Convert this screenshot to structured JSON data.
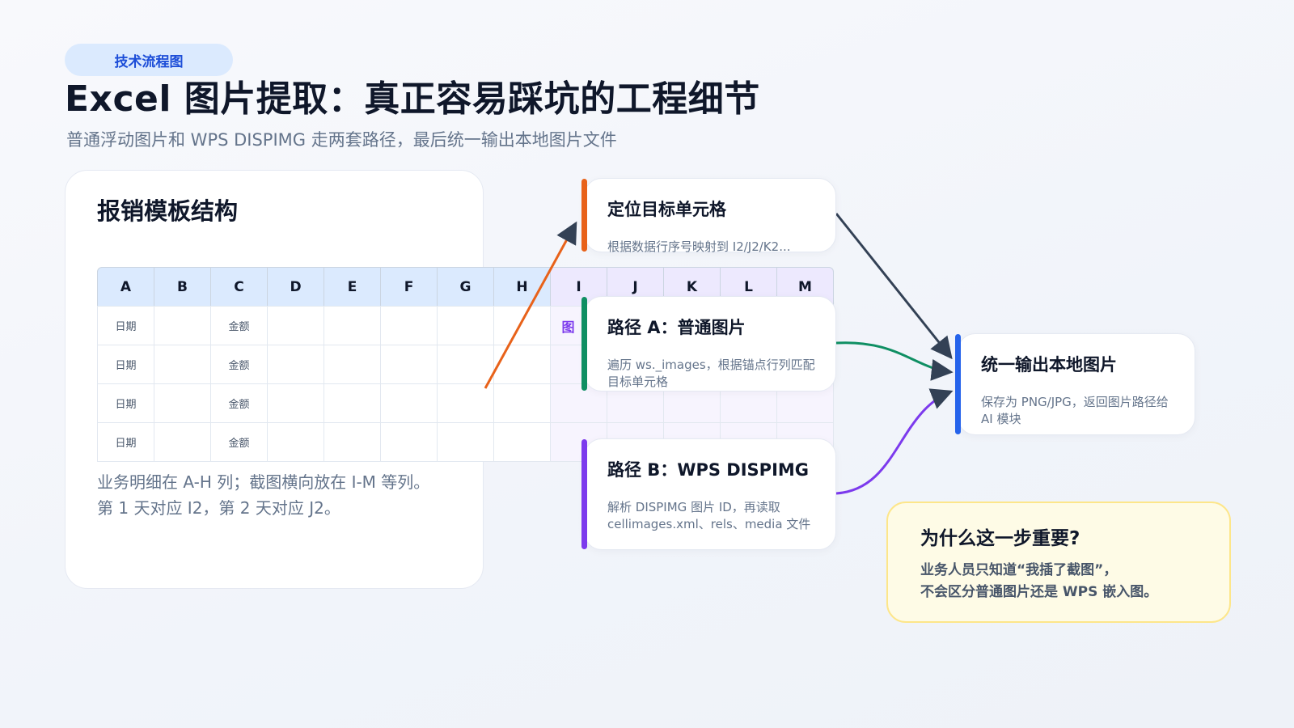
{
  "badge": "技术流程图",
  "title": "Excel 图片提取：真正容易踩坑的工程细节",
  "subtitle": "普通浮动图片和 WPS DISPIMG 走两套路径，最后统一输出本地图片文件",
  "sheet": {
    "title": "报销模板结构",
    "columns": [
      "A",
      "B",
      "C",
      "D",
      "E",
      "F",
      "G",
      "H",
      "I",
      "J",
      "K",
      "L",
      "M"
    ],
    "rows": [
      [
        "日期",
        "",
        "金额",
        "",
        "",
        "",
        "",
        "",
        "图",
        "",
        "",
        "",
        ""
      ],
      [
        "日期",
        "",
        "金额",
        "",
        "",
        "",
        "",
        "",
        "",
        "",
        "",
        "",
        ""
      ],
      [
        "日期",
        "",
        "金额",
        "",
        "",
        "",
        "",
        "",
        "",
        "",
        "",
        "",
        ""
      ],
      [
        "日期",
        "",
        "金额",
        "",
        "",
        "",
        "",
        "",
        "",
        "",
        "",
        "",
        ""
      ]
    ],
    "note_line1": "业务明细在 A-H 列；截图横向放在 I-M 等列。",
    "note_line2": "第 1 天对应 I2，第 2 天对应 J2。"
  },
  "nodes": {
    "locate": {
      "title": "定位目标单元格",
      "desc": "根据数据行序号映射到 I2/J2/K2..."
    },
    "path_a": {
      "title": "路径 A：普通图片",
      "desc": "遍历 ws._images，根据锚点行列匹配目标单元格"
    },
    "path_b": {
      "title": "路径 B：WPS DISPIMG",
      "desc": "解析 DISPIMG 图片 ID，再读取 cellimages.xml、rels、media 文件"
    },
    "output": {
      "title": "统一输出本地图片",
      "desc": "保存为 PNG/JPG，返回图片路径给 AI 模块"
    }
  },
  "why": {
    "title": "为什么这一步重要?",
    "line1": "业务人员只知道“我插了截图”，",
    "line2": "不会区分普通图片还是 WPS 嵌入图。"
  },
  "colors": {
    "locate": "#e8621a",
    "path_a": "#0f8f63",
    "path_b": "#7c3aed",
    "output": "#2563eb",
    "arrow_dark": "#334155"
  }
}
